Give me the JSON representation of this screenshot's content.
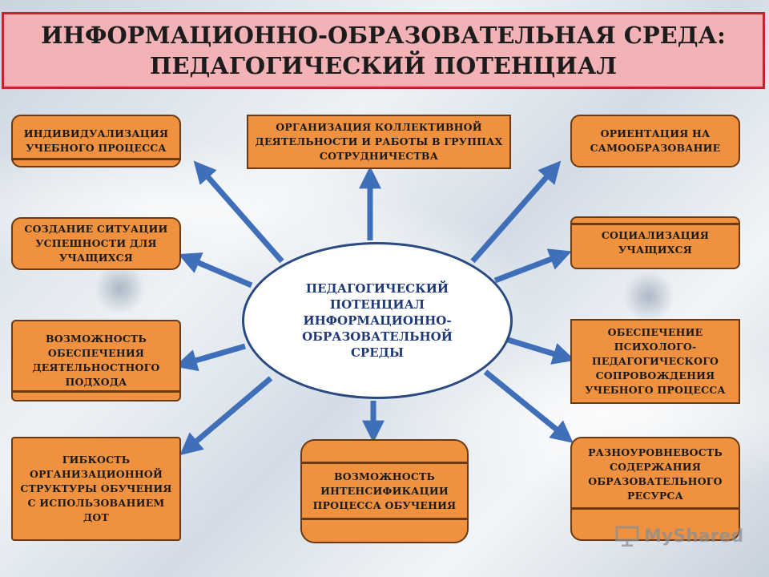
{
  "title": {
    "line1": "ИНФОРМАЦИОННО-ОБРАЗОВАТЕЛЬНАЯ СРЕДА:",
    "line2": "ПЕДАГОГИЧЕСКИЙ ПОТЕНЦИАЛ"
  },
  "center": {
    "text": "ПЕДАГОГИЧЕСКИЙ ПОТЕНЦИАЛ ИНФОРМАЦИОННО-ОБРАЗОВАТЕЛЬНОЙ СРЕДЫ"
  },
  "nodes": [
    {
      "id": "individualization",
      "text": "ИНДИВИДУАЛИЗАЦИЯ УЧЕБНОГО ПРОЦЕССА"
    },
    {
      "id": "collective-work",
      "text": "ОРГАНИЗАЦИЯ КОЛЛЕКТИВНОЙ ДЕЯТЕЛЬНОСТИ И РАБОТЫ В ГРУППАХ СОТРУДНИЧЕСТВА"
    },
    {
      "id": "self-education",
      "text": "ОРИЕНТАЦИЯ НА САМООБРАЗОВАНИЕ"
    },
    {
      "id": "success-situation",
      "text": "СОЗДАНИЕ СИТУАЦИИ УСПЕШНОСТИ ДЛЯ УЧАЩИХСЯ"
    },
    {
      "id": "socialization",
      "text": "СОЦИАЛИЗАЦИЯ УЧАЩИХСЯ"
    },
    {
      "id": "activity-approach",
      "text": "ВОЗМОЖНОСТЬ ОБЕСПЕЧЕНИЯ ДЕЯТЕЛЬНОСТНОГО ПОДХОДА"
    },
    {
      "id": "psych-support",
      "text": "ОБЕСПЕЧЕНИЕ ПСИХОЛОГО-ПЕДАГОГИЧЕСКОГО СОПРОВОЖДЕНИЯ УЧЕБНОГО ПРОЦЕССА"
    },
    {
      "id": "flexibility",
      "text": "ГИБКОСТЬ ОРГАНИЗАЦИОННОЙ СТРУКТУРЫ ОБУЧЕНИЯ С ИСПОЛЬЗОВАНИЕМ ДОТ"
    },
    {
      "id": "intensification",
      "text": "ВОЗМОЖНОСТЬ ИНТЕНСИФИКАЦИИ ПРОЦЕССА ОБУЧЕНИЯ"
    },
    {
      "id": "multilevel",
      "text": "РАЗНОУРОВНЕВОСТЬ СОДЕРЖАНИЯ ОБРАЗОВАТЕЛЬНОГО РЕСУРСА"
    }
  ],
  "watermark": {
    "text": "MyShared",
    "icon": "presentation-board-icon"
  },
  "colors": {
    "title_bg": "#f3b3b6",
    "title_border": "#c0262e",
    "box_fill": "#f0913f",
    "box_border": "#6b3a12",
    "arrow": "#3f6fb8",
    "center_border": "#2b4a82",
    "center_text": "#203a78"
  }
}
